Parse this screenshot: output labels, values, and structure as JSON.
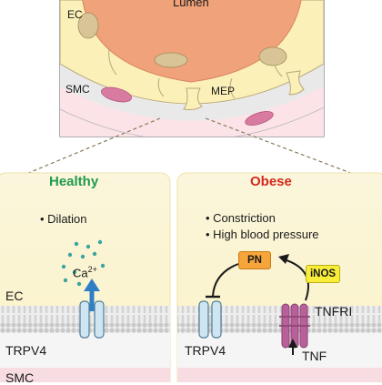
{
  "overview": {
    "lumen_label": "Lumen",
    "ec_label": "EC",
    "smc_label": "SMC",
    "mep_label": "MEP"
  },
  "healthy": {
    "title": "Healthy",
    "title_color": "#1f9a4d",
    "bullet": "• Dilation",
    "ion": "Ca",
    "ion_charge": "2+",
    "ec_label": "EC",
    "channel": "TRPV4",
    "smc_label": "SMC"
  },
  "obese": {
    "title": "Obese",
    "title_color": "#d12a1d",
    "bullets": [
      "• Constriction",
      "• High blood pressure"
    ],
    "pn": "PN",
    "inos": "iNOS",
    "channel": "TRPV4",
    "receptor": "TNFRI",
    "ligand": "TNF"
  },
  "colors": {
    "lumen": "#f0a27a",
    "endothelium": "#fbf0b8",
    "smc": "#f7dde2",
    "smc_nucleus": "#d97aa0",
    "ec_nucleus": "#d8c496",
    "trpv4": "#cfe6f2",
    "tnfr": "#b8609a",
    "pn_box": "#f6a53a",
    "inos_box": "#f8ee3a"
  }
}
